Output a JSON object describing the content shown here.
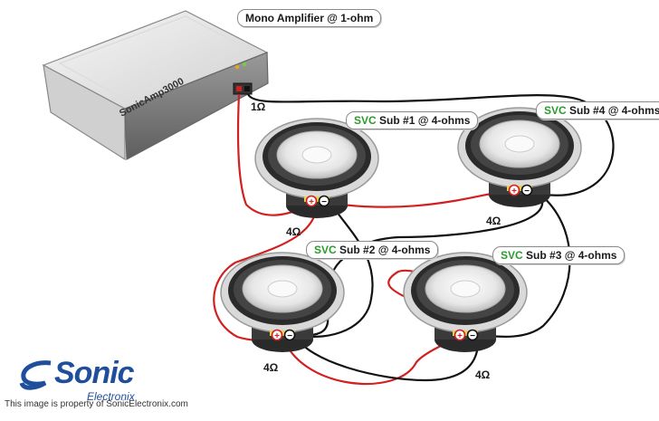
{
  "amplifier": {
    "callout": "Mono Amplifier @ 1-ohm",
    "model": "SonicAmp3000",
    "load": "1Ω"
  },
  "subs": [
    {
      "svc": "SVC",
      "label": "Sub #1 @ 4-ohms",
      "ohm": "4Ω"
    },
    {
      "svc": "SVC",
      "label": "Sub #2 @ 4-ohms",
      "ohm": "4Ω"
    },
    {
      "svc": "SVC",
      "label": "Sub #3 @ 4-ohms",
      "ohm": "4Ω"
    },
    {
      "svc": "SVC",
      "label": "Sub #4 @ 4-ohms",
      "ohm": "4Ω"
    }
  ],
  "terminals": {
    "positive": "+",
    "negative": "−"
  },
  "brand": {
    "name": "Sonic",
    "sub": "Electronix"
  },
  "credit": "This image is property of SonicElectronix.com",
  "colors": {
    "positive_wire": "#d22020",
    "negative_wire": "#111111",
    "svc": "#2e9a2e",
    "brand": "#1f4f9c"
  }
}
